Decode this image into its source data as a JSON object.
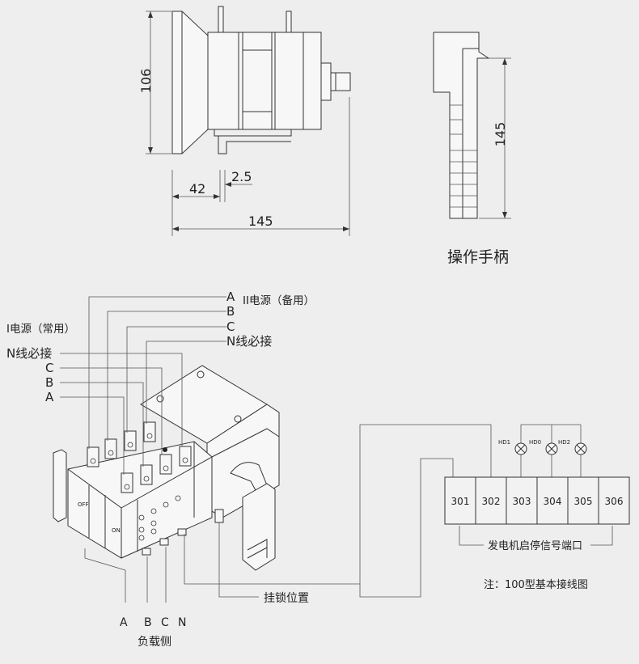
{
  "dimensions": {
    "height_106": "106",
    "width_42": "42",
    "width_2_5": "2.5",
    "width_145": "145",
    "handle_145": "145"
  },
  "handle": {
    "caption": "操作手柄"
  },
  "source_labels": {
    "backup": {
      "A": "A",
      "B": "B",
      "C": "C",
      "N": "N线必接",
      "title": "II电源（备用）"
    },
    "normal": {
      "title": "I电源（常用）",
      "N": "N线必接",
      "C": "C",
      "B": "B",
      "A": "A"
    }
  },
  "switch_labels": {
    "off": "OFF",
    "on": "ON"
  },
  "load": {
    "A": "A",
    "B": "B",
    "C": "C",
    "N": "N",
    "caption": "负载侧"
  },
  "lock_position": "挂锁位置",
  "indicators": [
    "HD1",
    "HD0",
    "HD2"
  ],
  "terminals": [
    "301",
    "302",
    "303",
    "304",
    "305",
    "306"
  ],
  "terminal_caption": "发电机启停信号端口",
  "note": "注：100型基本接线图"
}
